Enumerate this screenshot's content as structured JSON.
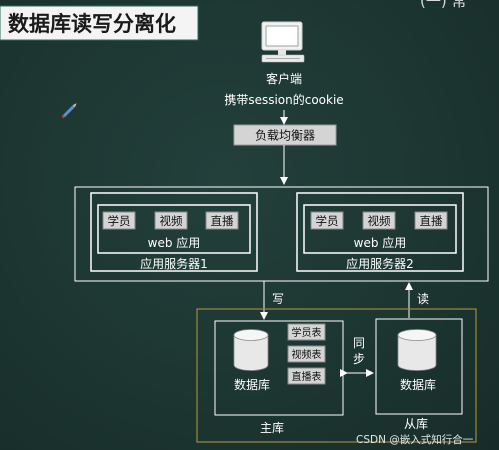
{
  "title": "数据库读写分离化",
  "corner_fragment": "(一) 常",
  "client": {
    "label": "客户端",
    "note": "携带session的cookie"
  },
  "load_balancer": {
    "label": "负载均衡器"
  },
  "app_servers": [
    {
      "tags": [
        "学员",
        "视频",
        "直播"
      ],
      "app_label": "web 应用",
      "server_label": "应用服务器1"
    },
    {
      "tags": [
        "学员",
        "视频",
        "直播"
      ],
      "app_label": "web 应用",
      "server_label": "应用服务器2"
    }
  ],
  "write_label": "写",
  "read_label": "读",
  "master": {
    "db_label": "数据库",
    "tables": [
      "学员表",
      "视频表",
      "直播表"
    ],
    "caption": "主库"
  },
  "sync_label": [
    "同",
    "步"
  ],
  "slave": {
    "db_label": "数据库",
    "caption": "从库"
  },
  "watermark": "CSDN @嵌入式知行合一",
  "colors": {
    "background": "#1c3531",
    "line": "#ffffff",
    "accent_border": "#9c8a3a",
    "title_bg": "#f4f4f4"
  }
}
